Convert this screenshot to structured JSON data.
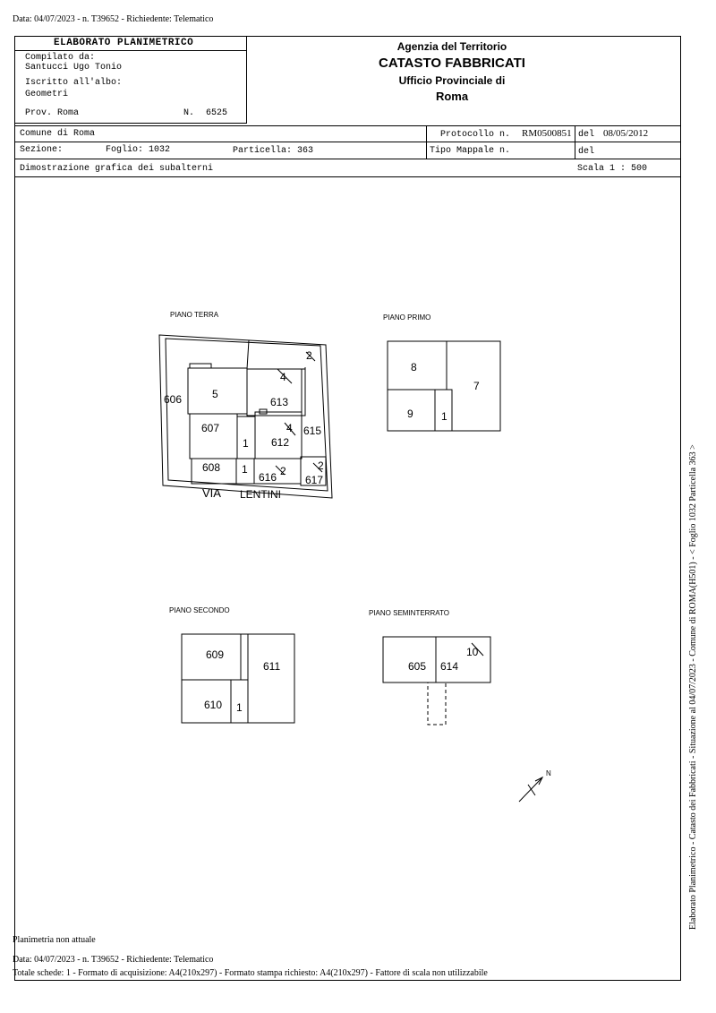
{
  "top_note": "Data: 04/07/2023 - n. T39652 - Richiedente: Telematico",
  "header": {
    "doc_title": "ELABORATO PLANIMETRICO",
    "compiled_label": "Compilato da:",
    "compiled_name": "Santucci Ugo Tonio",
    "registered_label": "Iscritto all'albo:",
    "registered_value": "Geometri",
    "prov_label": "Prov. Roma",
    "n_label": "N.",
    "n_value": "6525",
    "agency": "Agenzia del Territorio",
    "catasto": "CATASTO FABBRICATI",
    "office": "Ufficio Provinciale di",
    "city": "Roma"
  },
  "info": {
    "comune": "Comune di Roma",
    "sezione_label": "Sezione:",
    "foglio": "Foglio: 1032",
    "particella": "Particella: 363",
    "protocollo_label": "Protocollo n.",
    "protocollo_value": "RM0500851",
    "del_label": "del",
    "del_value": "08/05/2012",
    "tipo_label": "Tipo Mappale n.",
    "del2_label": "del",
    "dimostrazione": "Dimostrazione grafica dei subalterni",
    "scala": "Scala 1 : 500"
  },
  "plans": {
    "piano_terra": {
      "title": "PIANO TERRA",
      "labels": [
        "606",
        "5",
        "4",
        "2",
        "613",
        "607",
        "1",
        "612",
        "4",
        "615",
        "608",
        "1",
        "616",
        "2",
        "2",
        "617"
      ],
      "street": [
        "VIA",
        "LENTINI"
      ]
    },
    "piano_primo": {
      "title": "PIANO PRIMO",
      "labels": [
        "8",
        "7",
        "9",
        "1"
      ]
    },
    "piano_secondo": {
      "title": "PIANO SECONDO",
      "labels": [
        "609",
        "611",
        "610",
        "1"
      ]
    },
    "piano_seminterrato": {
      "title": "PIANO SEMINTERRATO",
      "labels": [
        "605",
        "614",
        "10"
      ]
    },
    "north": "N"
  },
  "side_text": "Elaborato Planimetrico - Catasto dei Fabbricati - Situazione al 04/07/2023 - Comune di ROMA(H501) - < Foglio 1032 Particella 363 >",
  "footer": {
    "not_current": "Planimetria non attuale",
    "line1": "Data: 04/07/2023 - n. T39652 - Richiedente: Telematico",
    "line2": "Totale schede: 1 - Formato di acquisizione: A4(210x297)  - Formato stampa richiesto: A4(210x297) - Fattore di scala non utilizzabile"
  }
}
